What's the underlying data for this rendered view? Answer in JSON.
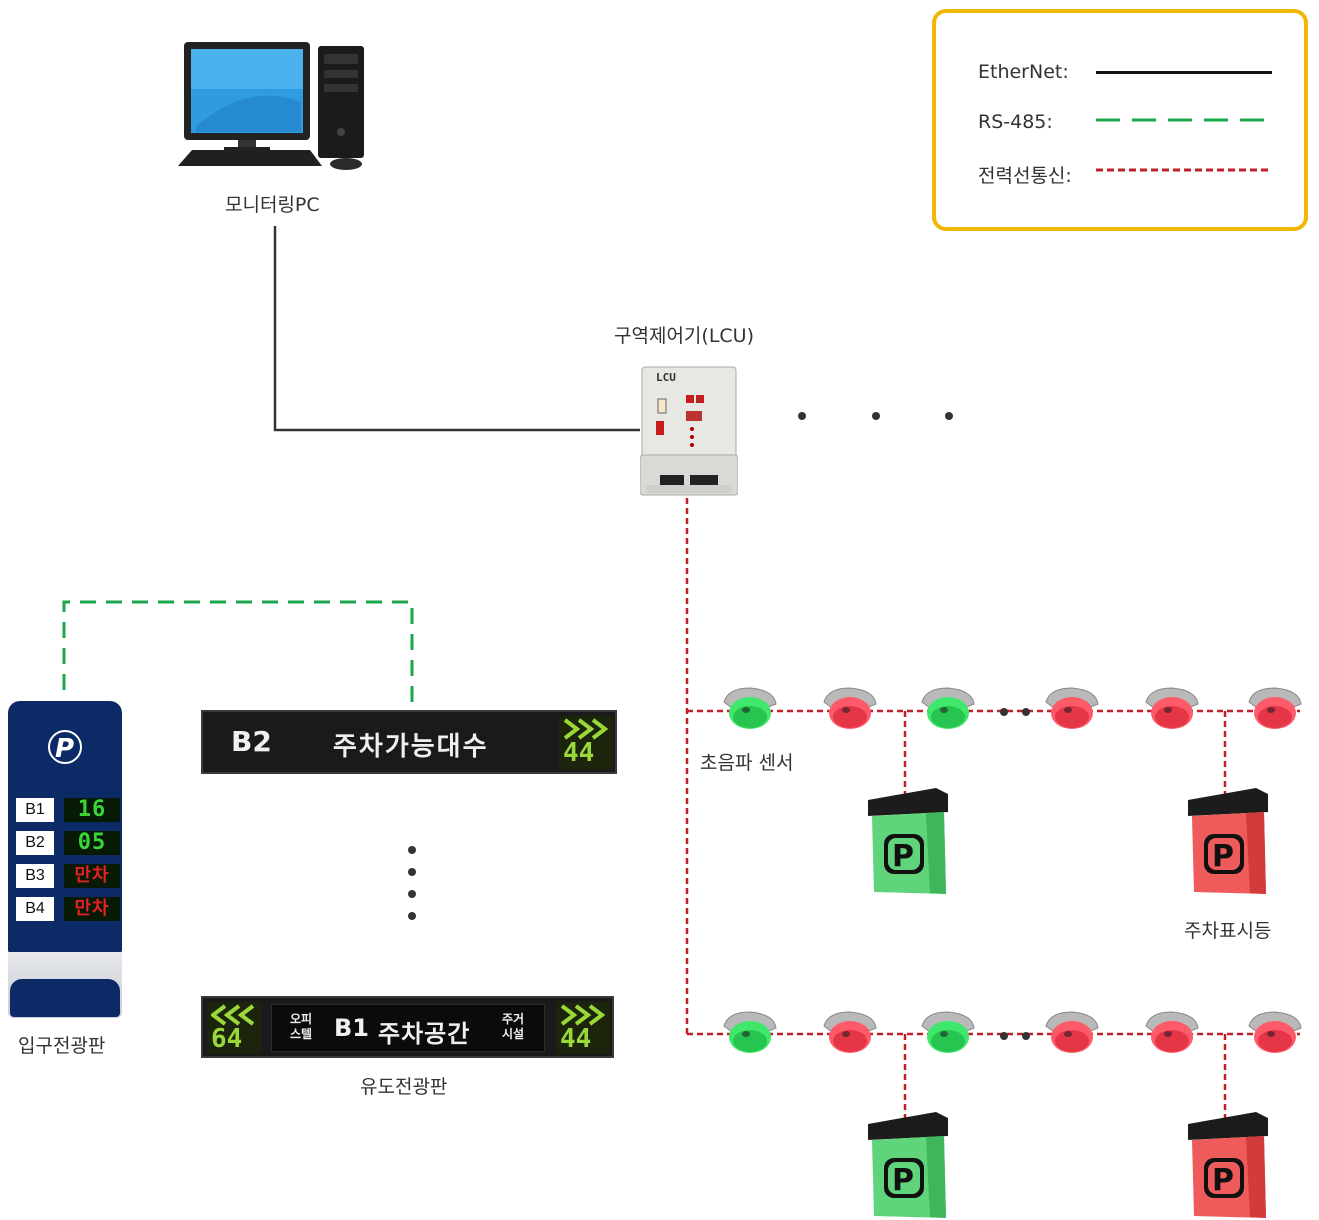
{
  "legend": {
    "ethernet": "EtherNet:",
    "rs485": "RS-485:",
    "powerline": "전력선통신:",
    "colors": {
      "ethernet": "#111111",
      "rs485": "#1aa64a",
      "powerline": "#c0202a",
      "border": "#f2b705"
    }
  },
  "pc": {
    "label": "모니터링PC"
  },
  "lcu": {
    "label": "구역제어기(LCU)",
    "panel_text": "LCU"
  },
  "sensor": {
    "label": "초음파 센서"
  },
  "parking_light": {
    "label": "주차표시등"
  },
  "entrance_board": {
    "label": "입구전광판",
    "floors": [
      {
        "floor": "B1",
        "value": "16",
        "status": "green"
      },
      {
        "floor": "B2",
        "value": "05",
        "status": "green"
      },
      {
        "floor": "B3",
        "value": "만차",
        "status": "red"
      },
      {
        "floor": "B4",
        "value": "만차",
        "status": "red"
      }
    ]
  },
  "guidance_board_1": {
    "floor": "B2",
    "text": "주차가능대수",
    "count": "44"
  },
  "guidance_board_2": {
    "left_count": "64",
    "left_caption_1": "오피",
    "left_caption_2": "스텔",
    "floor": "B1",
    "text": "주차공간",
    "right_caption_1": "주거",
    "right_caption_2": "시설",
    "right_count": "44"
  },
  "guidance_label": "유도전광판",
  "sensor_rows": [
    {
      "states": [
        "green",
        "red",
        "green",
        "red",
        "red",
        "red"
      ],
      "signs": [
        "green",
        "red"
      ]
    },
    {
      "states": [
        "green",
        "red",
        "green",
        "red",
        "red",
        "red"
      ],
      "signs": [
        "green",
        "red"
      ]
    }
  ]
}
